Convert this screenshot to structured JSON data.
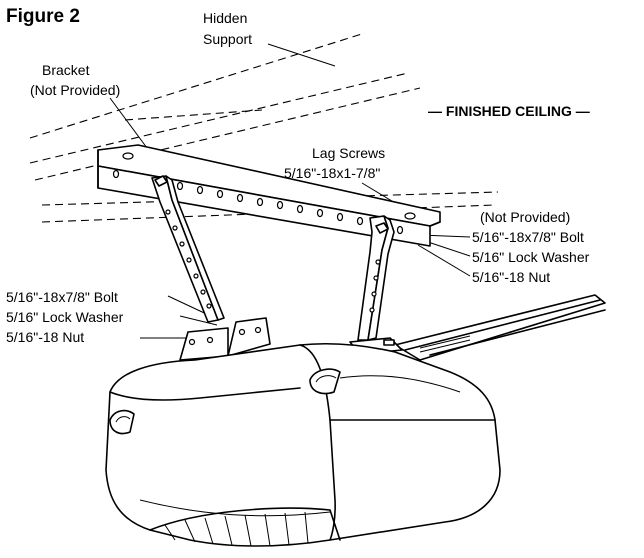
{
  "figure_title": "Figure 2",
  "labels": {
    "hidden_support": [
      "Hidden",
      "Support"
    ],
    "bracket": [
      "Bracket",
      "(Not Provided)"
    ],
    "finished_ceiling": "— FINISHED CEILING —",
    "lag_screws": [
      "Lag Screws",
      "5/16\"-18x1-7/8\""
    ],
    "right_hardware": [
      "(Not Provided)",
      "5/16\"-18x7/8\" Bolt",
      "5/16\" Lock Washer",
      "5/16\"-18 Nut"
    ],
    "left_hardware": [
      "5/16\"-18x7/8\" Bolt",
      "5/16\" Lock Washer",
      "5/16\"-18 Nut"
    ]
  }
}
